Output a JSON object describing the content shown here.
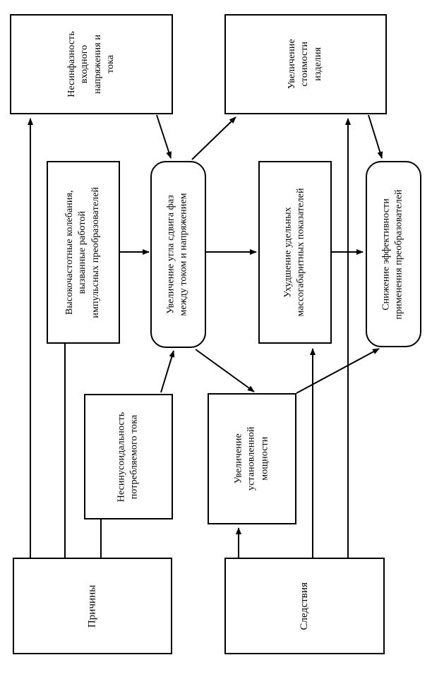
{
  "diagram": {
    "title": "",
    "orientation": "text-rotated-90-ccw",
    "stroke_color": "#000000",
    "background_color": "#ffffff",
    "nodes": [
      {
        "id": "n1",
        "label": "Несинфазность\nвходного\nнапряжения и\nтока",
        "shape": "rect",
        "group": "cause"
      },
      {
        "id": "n2",
        "label": "Увеличение\nстоимости\nизделия",
        "shape": "rect",
        "group": "effect"
      },
      {
        "id": "n3",
        "label": "Высокочастотные колебания,\nвызванные работой\nимпульсных преобразователей",
        "shape": "rect",
        "group": "cause"
      },
      {
        "id": "n4",
        "label": "Увеличение угла сдвига фаз\nмежду током и напряжением",
        "shape": "rounded",
        "group": "effect"
      },
      {
        "id": "n5",
        "label": "Ухудшение удельных\nмассогабаритных показателей",
        "shape": "rect",
        "group": "effect"
      },
      {
        "id": "n6",
        "label": "Снижение эффективности\nприменения преобразователей",
        "shape": "rounded",
        "group": "effect"
      },
      {
        "id": "n7",
        "label": "Несинусоидальность\nпотребляемого тока",
        "shape": "rect",
        "group": "cause"
      },
      {
        "id": "n8",
        "label": "Увеличение\nустановленной\nмощности",
        "shape": "rect",
        "group": "effect"
      },
      {
        "id": "n9",
        "label": "Причины",
        "shape": "rect",
        "group": "legend"
      },
      {
        "id": "n10",
        "label": "Следствия",
        "shape": "rect",
        "group": "legend"
      }
    ],
    "edges": [
      {
        "from": "n9",
        "to": "n1"
      },
      {
        "from": "n9",
        "to": "n3"
      },
      {
        "from": "n9",
        "to": "n7"
      },
      {
        "from": "n1",
        "to": "n4"
      },
      {
        "from": "n3",
        "to": "n4"
      },
      {
        "from": "n7",
        "to": "n4"
      },
      {
        "from": "n4",
        "to": "n2"
      },
      {
        "from": "n4",
        "to": "n5"
      },
      {
        "from": "n4",
        "to": "n8"
      },
      {
        "from": "n5",
        "to": "n6"
      },
      {
        "from": "n2",
        "to": "n6"
      },
      {
        "from": "n8",
        "to": "n6"
      },
      {
        "from": "n10",
        "to": "n8"
      },
      {
        "from": "n10",
        "to": "n5"
      },
      {
        "from": "n10",
        "to": "n2"
      }
    ]
  }
}
